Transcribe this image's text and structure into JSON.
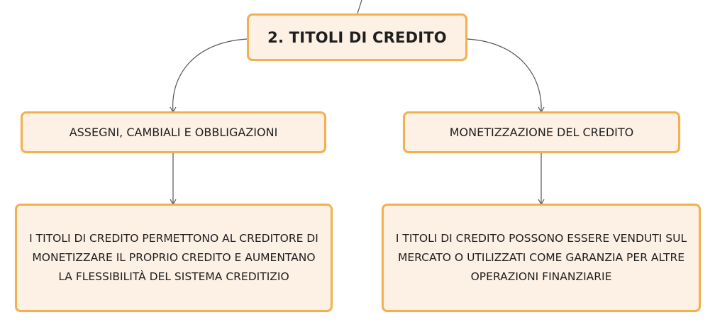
{
  "diagram": {
    "root": {
      "label": "2. TITOLI DI CREDITO"
    },
    "branches": [
      {
        "label": "ASSEGNI, CAMBIALI E OBBLIGAZIONI",
        "detail": "I TITOLI DI CREDITO PERMETTONO AL CREDITORE DI MONETIZZARE IL PROPRIO CREDITO E AUMENTANO LA FLESSIBILITÀ DEL SISTEMA CREDITIZIO"
      },
      {
        "label": "MONETIZZAZIONE DEL CREDITO",
        "detail": "I TITOLI DI CREDITO POSSONO ESSERE VENDUTI SUL MERCATO O UTILIZZATI COME GARANZIA PER ALTRE OPERAZIONI FINANZIARIE"
      }
    ]
  },
  "colors": {
    "node_fill": "#fdf0e4",
    "node_border": "#f3b04e",
    "connector": "#555555",
    "text": "#1f1f1f"
  }
}
